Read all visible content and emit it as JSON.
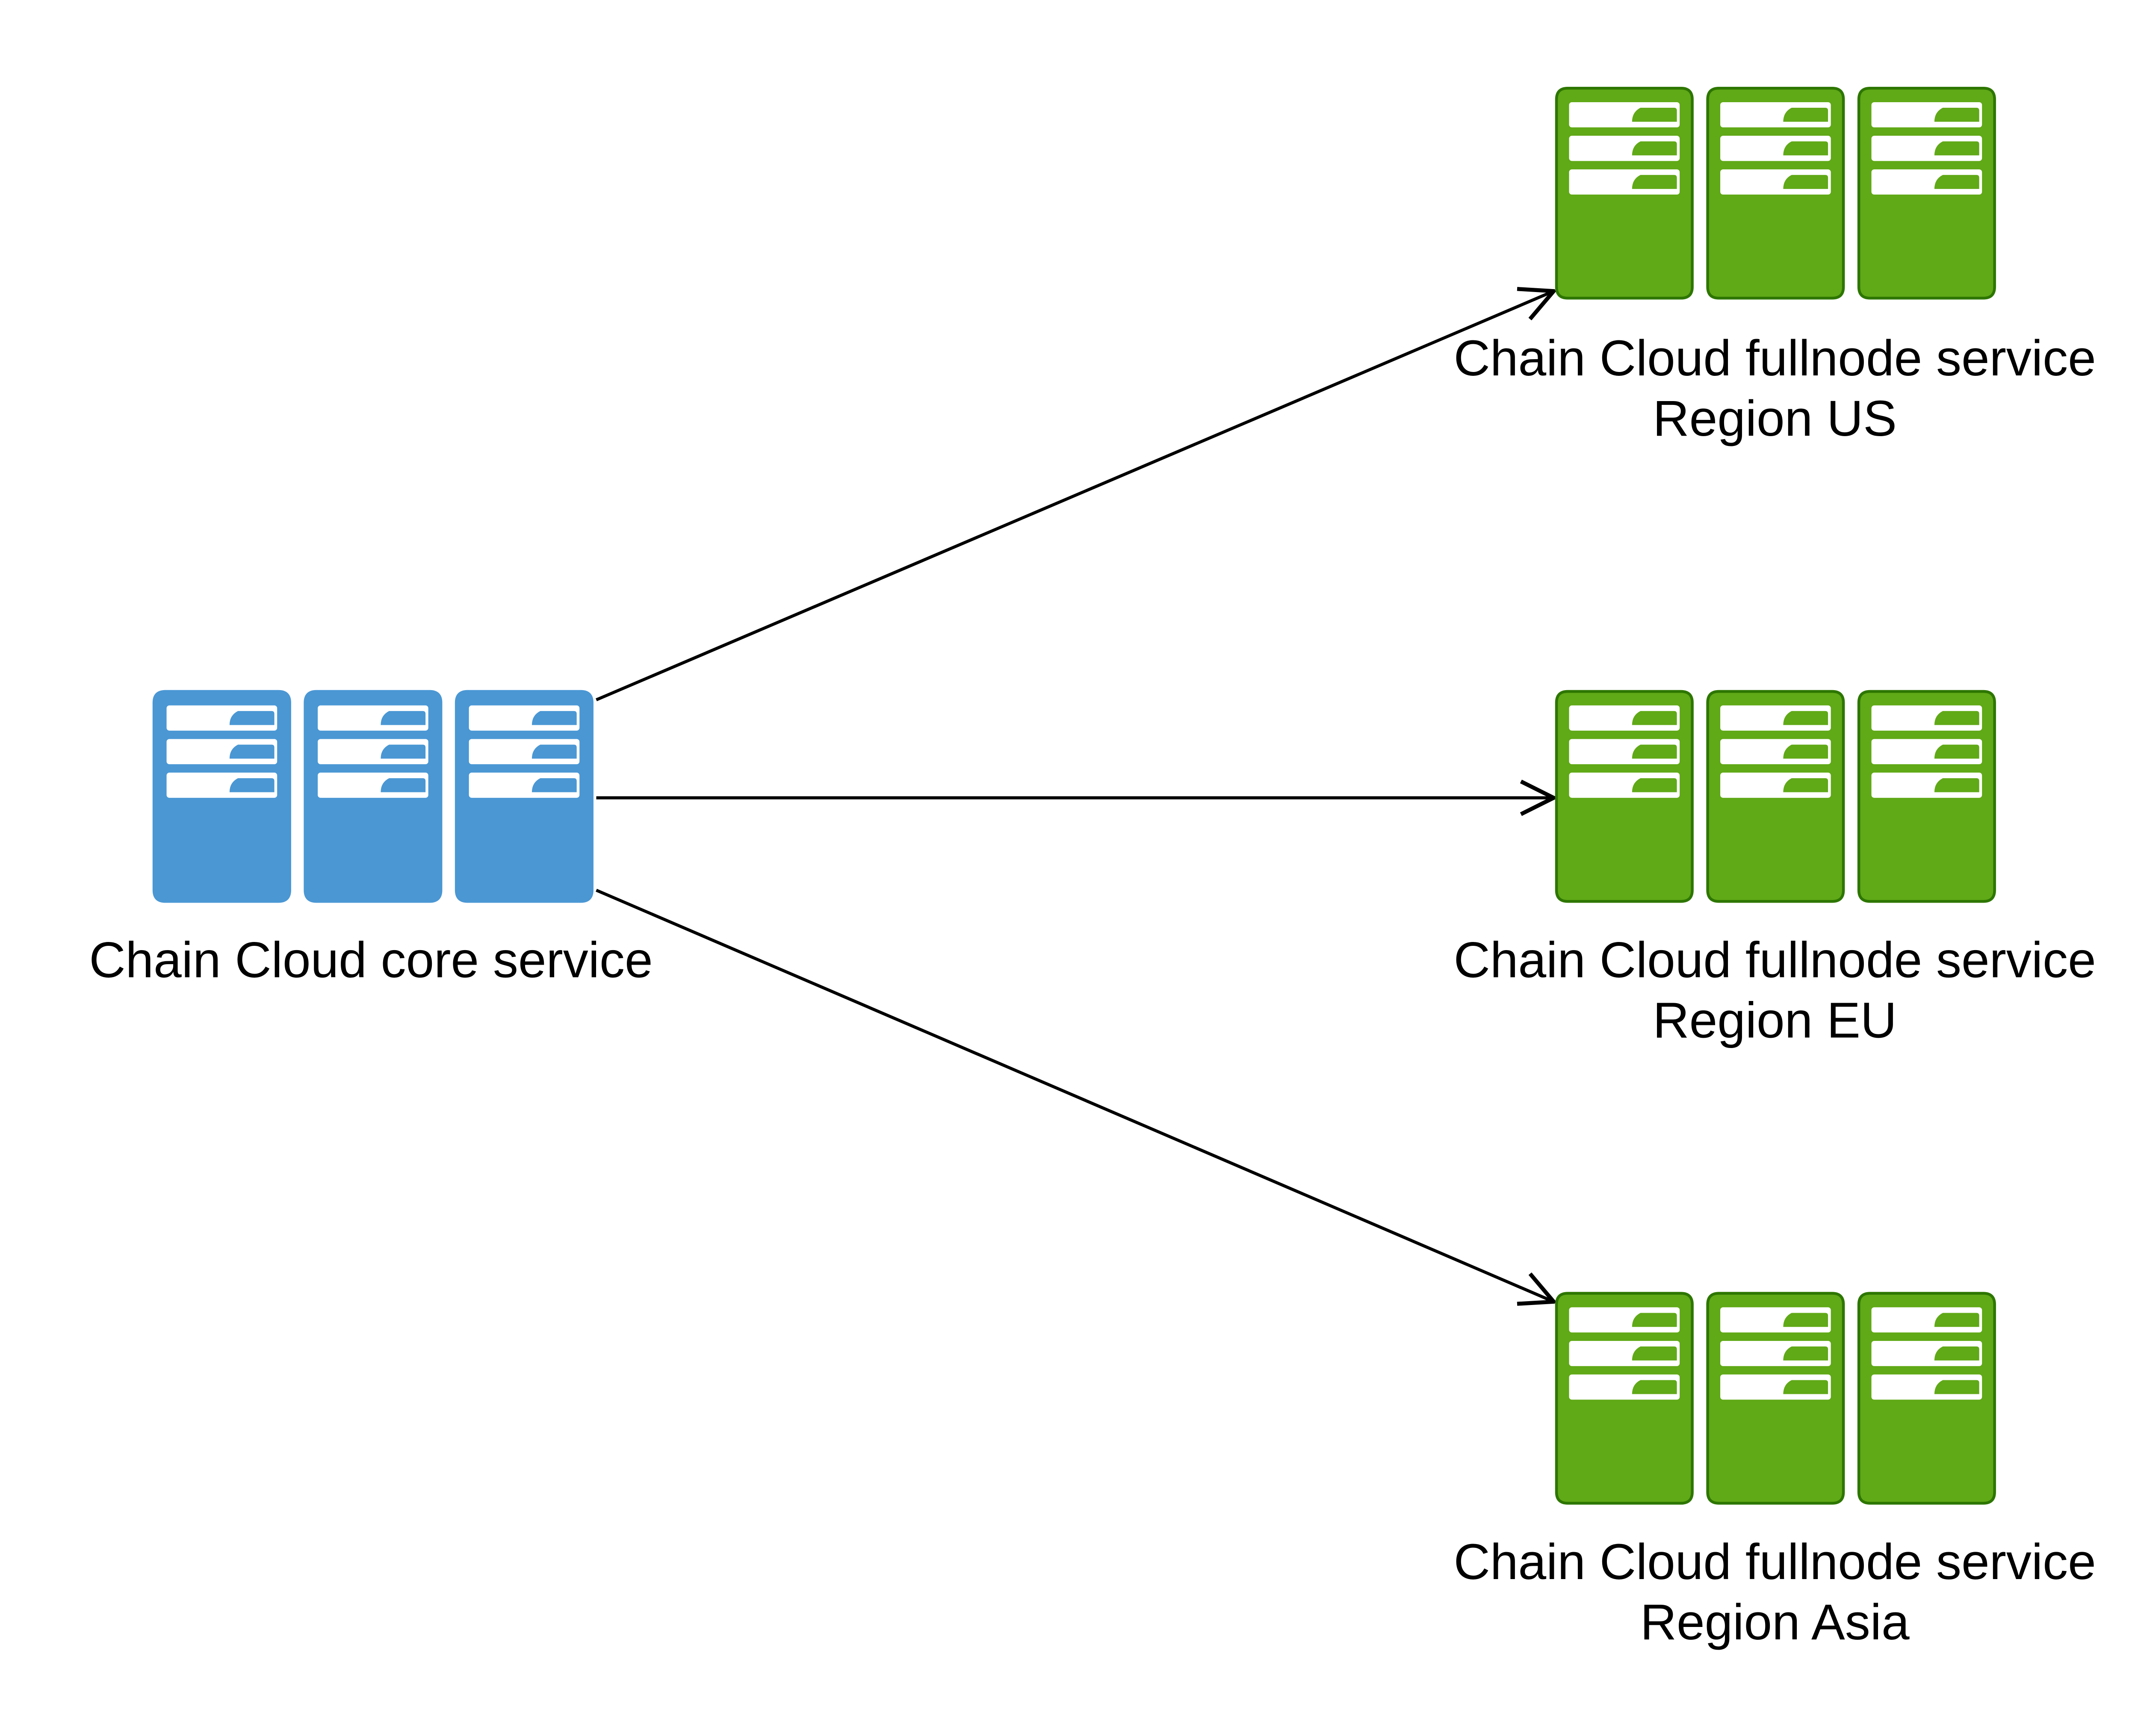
{
  "diagram": {
    "colors": {
      "core_fill": "#4A97D4",
      "core_stroke": "#4A97D4",
      "fullnode_fill": "#60A917",
      "fullnode_stroke": "#2D7600",
      "slot_fill": "#FFFFFF",
      "edge": "#000000"
    },
    "nodes": [
      {
        "id": "core",
        "kind": "core",
        "icon": "server-rack-icon",
        "label_lines": [
          "Chain Cloud core service"
        ]
      },
      {
        "id": "us",
        "kind": "fullnode",
        "icon": "server-rack-icon",
        "label_lines": [
          "Chain Cloud fullnode service",
          "Region US"
        ]
      },
      {
        "id": "eu",
        "kind": "fullnode",
        "icon": "server-rack-icon",
        "label_lines": [
          "Chain Cloud fullnode service",
          "Region EU"
        ]
      },
      {
        "id": "asia",
        "kind": "fullnode",
        "icon": "server-rack-icon",
        "label_lines": [
          "Chain Cloud fullnode service",
          "Region Asia"
        ]
      }
    ],
    "edges": [
      {
        "from": "core",
        "to": "us",
        "arrow": "open"
      },
      {
        "from": "core",
        "to": "eu",
        "arrow": "open"
      },
      {
        "from": "core",
        "to": "asia",
        "arrow": "open"
      }
    ]
  }
}
